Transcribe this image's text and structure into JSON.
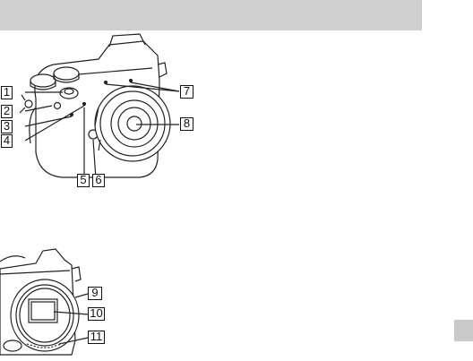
{
  "callouts": {
    "c1": "1",
    "c2": "2",
    "c3": "3",
    "c4": "4",
    "c5": "5",
    "c6": "6",
    "c7": "7",
    "c8": "8",
    "c9": "9",
    "c10": "10",
    "c11": "11"
  },
  "colors": {
    "header": "#cfcfcf",
    "side_tab": "#c9c9c9",
    "ink": "#111111"
  },
  "figures": [
    "camera-front-illustration",
    "camera-mount-illustration"
  ]
}
